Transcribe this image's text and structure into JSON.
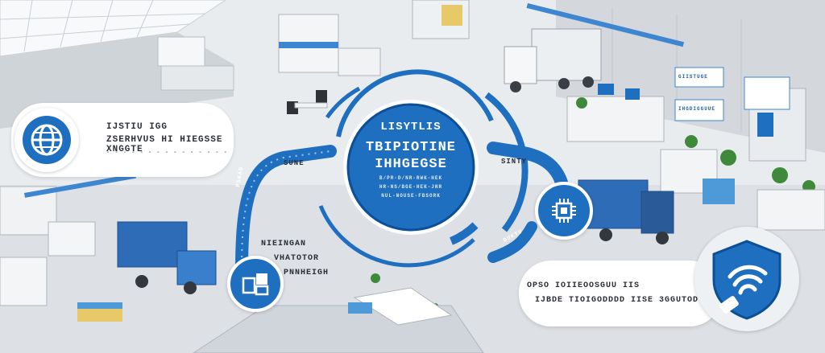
{
  "hub": {
    "line1": "LISYTLIS",
    "line2": "TBIPIOTINE",
    "line3": "IHHGEGSE",
    "fine_line1": "B/PR-D/NR-RWK-HEK",
    "fine_line2": "HR-NS/BGE-HEK-JNR",
    "fine_line3": "NUL-NOUSE-FBSORK"
  },
  "arc_labels": {
    "top_left": "SUNE",
    "top_right": "SINTY",
    "left_vertical": "PSKAD",
    "right_lower": "DUKTU"
  },
  "left_card": {
    "line1": "IJSTIU  IGG",
    "line2": "ZSERHVUS HI  HIEGSSE XNGGTE",
    "line3": "- - - - - - - - - - - - - - -"
  },
  "lower_block": {
    "line1": "NIEINGAN",
    "line2": "VHATOTOR",
    "line3": "PNNHEIGH"
  },
  "right_card": {
    "line1": "OPSO IOIIEOOSGUU  IIS",
    "line2": "IJBDE  TIOIGODDDD  IISE   3GGUTOD"
  },
  "signs": {
    "s1": "GIISTUGE",
    "s2": "IHGDIGGUUE"
  },
  "colors": {
    "accent_blue": "#1f6fc0",
    "dark_blue": "#0d4f97",
    "card_bg": "#ffffff",
    "floor": "#e9ecef"
  },
  "icons": {
    "left_card": "globe-icon",
    "lower_left": "boxes-icon",
    "right_node": "chip-icon",
    "right_card": "wifi-icon"
  }
}
